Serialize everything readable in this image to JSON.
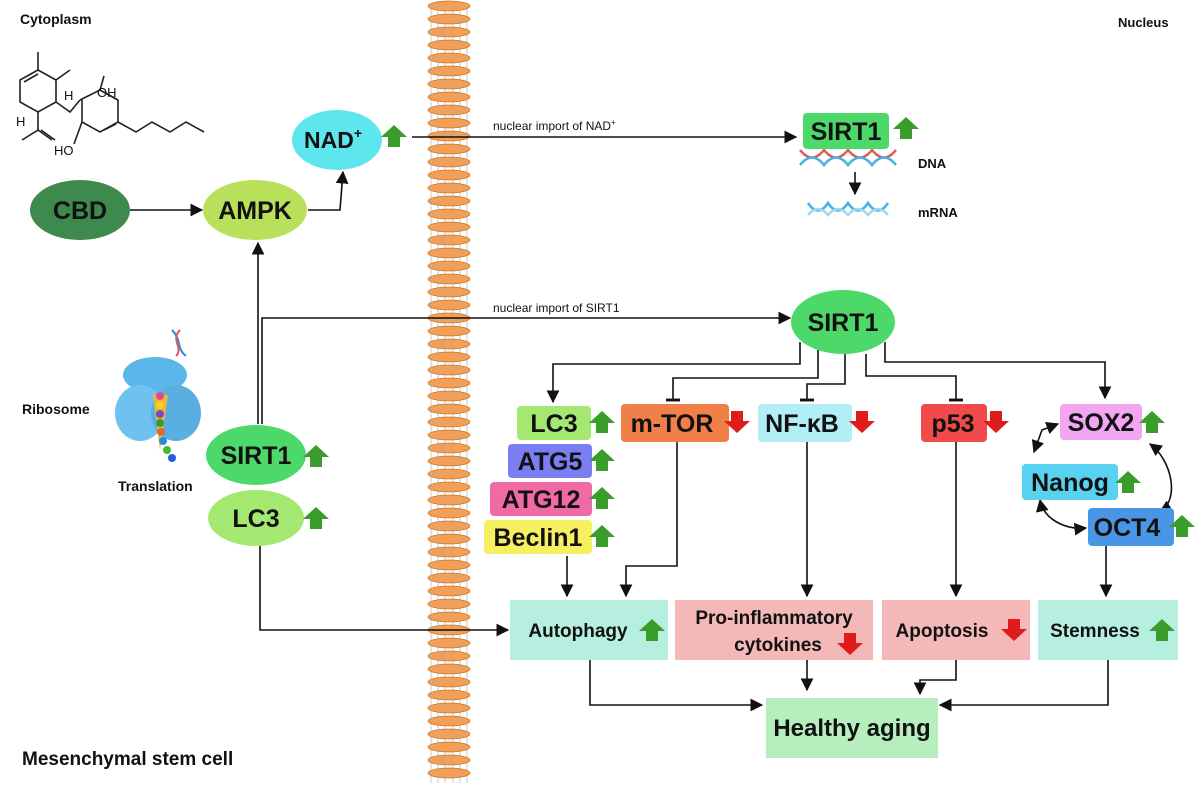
{
  "labels": {
    "cytoplasm": "Cytoplasm",
    "nucleus": "Nucleus",
    "ribosome": "Ribosome",
    "translation": "Translation",
    "cell": "Mesenchymal stem cell"
  },
  "nodes": {
    "cbd": "CBD",
    "ampk": "AMPK",
    "nad": "NAD",
    "nad_sup": "+",
    "sirt1_cyto": "SIRT1",
    "lc3_cyto": "LC3",
    "sirt1_top": "SIRT1",
    "dna": "DNA",
    "mrna": "mRNA",
    "sirt1_main": "SIRT1",
    "lc3": "LC3",
    "atg5": "ATG5",
    "atg12": "ATG12",
    "beclin1": "Beclin1",
    "mtor": "m-TOR",
    "nfkb": "NF-κB",
    "p53": "p53",
    "sox2": "SOX2",
    "nanog": "Nanog",
    "oct4": "OCT4",
    "autophagy": "Autophagy",
    "proinflam_1": "Pro-inflammatory",
    "proinflam_2": "cytokines",
    "apoptosis": "Apoptosis",
    "stemness": "Stemness",
    "healthy": "Healthy aging"
  },
  "molecule": {
    "oh1": "OH",
    "oh2": "HO",
    "h1": "H",
    "h2": "H"
  },
  "edges": {
    "nad_import": "nuclear import of NAD",
    "nad_import_sup": "+",
    "sirt1_import": "nuclear import of SIRT1"
  },
  "colors": {
    "up_arrow": "#3a9c2a",
    "down_arrow": "#e01b1b",
    "membrane": "#f0a05a"
  }
}
